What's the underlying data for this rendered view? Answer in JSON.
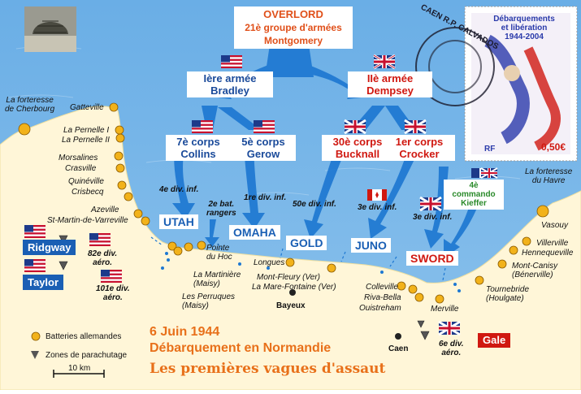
{
  "top": {
    "line1": "OVERLORD",
    "line2": "21è groupe d'armées",
    "line3": "Montgomery"
  },
  "armies": {
    "us": {
      "line1": "Ière armée",
      "line2": "Bradley"
    },
    "uk": {
      "line1": "IIè armée",
      "line2": "Dempsey"
    }
  },
  "corps": [
    {
      "line1": "7è corps",
      "line2": "Collins"
    },
    {
      "line1": "5è corps",
      "line2": "Gerow"
    },
    {
      "line1": "30è corps",
      "line2": "Bucknall"
    },
    {
      "line1": "1er corps",
      "line2": "Crocker"
    }
  ],
  "commando": {
    "line1": "4è commando",
    "line2": "Kieffer"
  },
  "divisions": {
    "d4": "4e div. inf.",
    "rangers1": "2e bat.",
    "rangers2": "rangers",
    "d1": "1re div. inf.",
    "d50": "50e div. inf.",
    "d3c": "3e div. inf.",
    "d3b": "3e div. inf.",
    "d82a": "82e div.",
    "d82b": "aéro.",
    "d101a": "101e div.",
    "d101b": "aéro.",
    "d6a": "6e div.",
    "d6b": "aéro."
  },
  "beaches": [
    "UTAH",
    "OMAHA",
    "GOLD",
    "JUNO",
    "SWORD"
  ],
  "generals": {
    "ridgway": "Ridgway",
    "taylor": "Taylor",
    "gale": "Gale"
  },
  "places": {
    "cherbourg1": "La forteresse",
    "cherbourg2": "de Cherbourg",
    "havre1": "La forteresse",
    "havre2": "du Havre",
    "gatteville": "Gatteville",
    "pernelle1": "La Pernelle I",
    "pernelle2": "La Pernelle II",
    "morsalines": "Morsalines",
    "crasville": "Crasville",
    "quineville": "Quinéville",
    "crisbecq": "Crisbecq",
    "azeville": "Azeville",
    "stmartin": "St-Martin-de-Varreville",
    "pointe1": "Pointe",
    "pointe2": "du Hoc",
    "martiniere1": "La Martinière",
    "martiniere2": "(Maisy)",
    "perruques1": "Les Perruques",
    "perruques2": "(Maisy)",
    "longues": "Longues",
    "montfleury": "Mont-Fleury (Ver)",
    "marefontaine": "La Mare-Fontaine (Ver)",
    "bayeux": "Bayeux",
    "colleville": "Colleville",
    "rivabella": "Riva-Bella",
    "ouistreham": "Ouistreham",
    "merville": "Merville",
    "caen": "Caen",
    "vasouy": "Vasouy",
    "villerville": "Villerville",
    "hennequeville": "Hennequeville",
    "montcanisy1": "Mont-Canisy",
    "montcanisy2": "(Bénerville)",
    "tournebride1": "Tournebride",
    "tournebride2": "(Houlgate)"
  },
  "legend": {
    "batteries": "Batteries allemandes",
    "parachutage": "Zones de parachutage",
    "scale": "10 km"
  },
  "title": {
    "date": "6 Juin 1944",
    "main": "Débarquement en Normandie",
    "sub": "Les premières vagues d'assaut"
  },
  "stamp": {
    "title1": "Débarquements",
    "title2": "et libération",
    "years": "1944-2004",
    "rf": "RF",
    "value": "0,50€"
  },
  "postmark": "CAEN R.P. CALVADOS",
  "colors": {
    "sea": "#7ab6e6",
    "land": "#fff6d8",
    "arrow": "#1e78d2",
    "us_text": "#1a4a9a",
    "uk_text": "#d01810",
    "title": "#e8701a",
    "battery": "#f2b21a"
  }
}
